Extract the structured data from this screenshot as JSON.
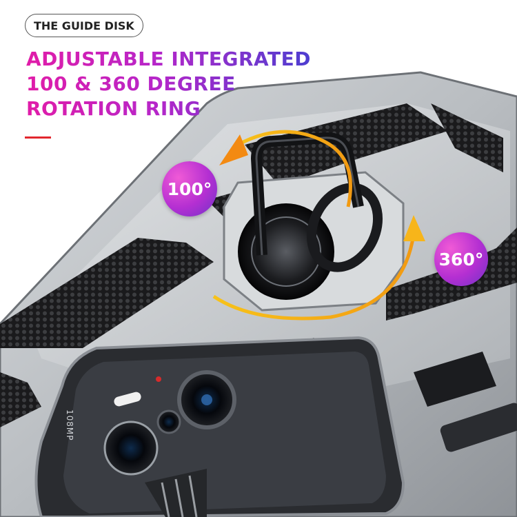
{
  "tag": {
    "label": "THE GUIDE DISK"
  },
  "headline": {
    "line1": "ADJUSTABLE INTEGRATED",
    "line2": "100 & 360 DEGREE",
    "line3": "ROTATION RING"
  },
  "badges": {
    "small": "100°",
    "large": "360°"
  },
  "camera": {
    "label": "108MP"
  },
  "colors": {
    "accent_red": "#e2272e",
    "gradient_start": "#e11ca8",
    "gradient_end": "#4d3ed0",
    "arrow_yellow": "#f7c21a",
    "arrow_orange": "#f38a12"
  }
}
